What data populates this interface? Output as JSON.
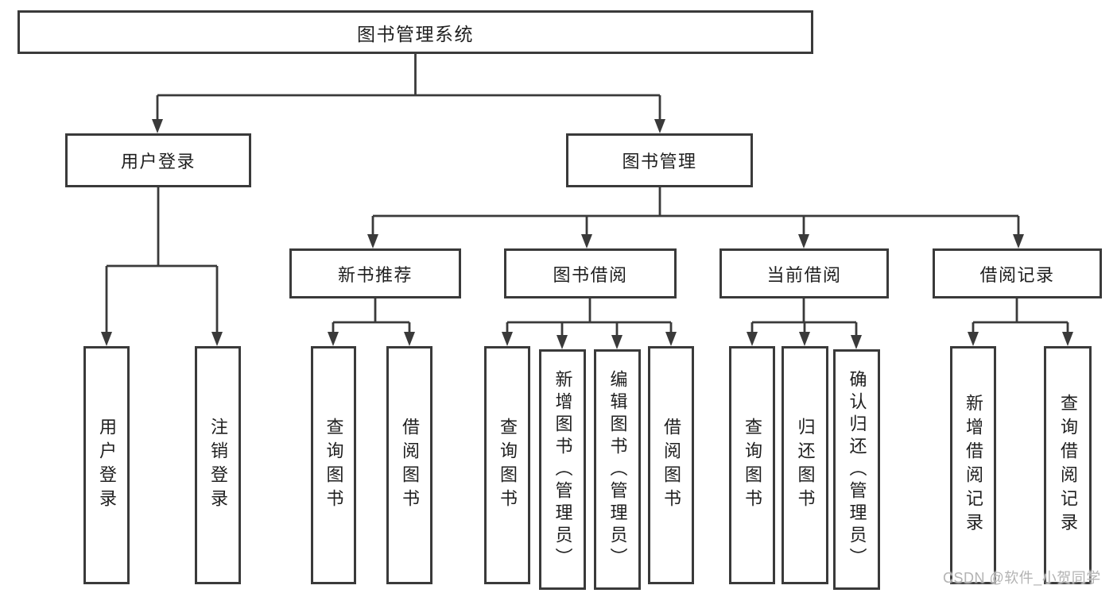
{
  "nodes": {
    "root": "图书管理系统",
    "user_login": "用户登录",
    "book_mgmt": "图书管理",
    "new_book_rec": "新书推荐",
    "book_borrow": "图书借阅",
    "current_borrow": "当前借阅",
    "borrow_records": "借阅记录",
    "ul_login": "用户登录",
    "ul_logout": "注销登录",
    "nbr_query": "查询图书",
    "nbr_borrow": "借阅图书",
    "bb_query": "查询图书",
    "bb_add": "新增图书（管理员）",
    "bb_edit": "编辑图书（管理员）",
    "bb_borrow": "借阅图书",
    "cb_query": "查询图书",
    "cb_return": "归还图书",
    "cb_confirm": "确认归还（管理员）",
    "br_add": "新增借阅记录",
    "br_query": "查询借阅记录"
  },
  "watermark": "CSDN @软件_小贺同学",
  "colors": {
    "line": "#3a3a3a",
    "text": "#1f1f1f",
    "background": "#ffffff",
    "watermark": "#b3b3b3"
  }
}
